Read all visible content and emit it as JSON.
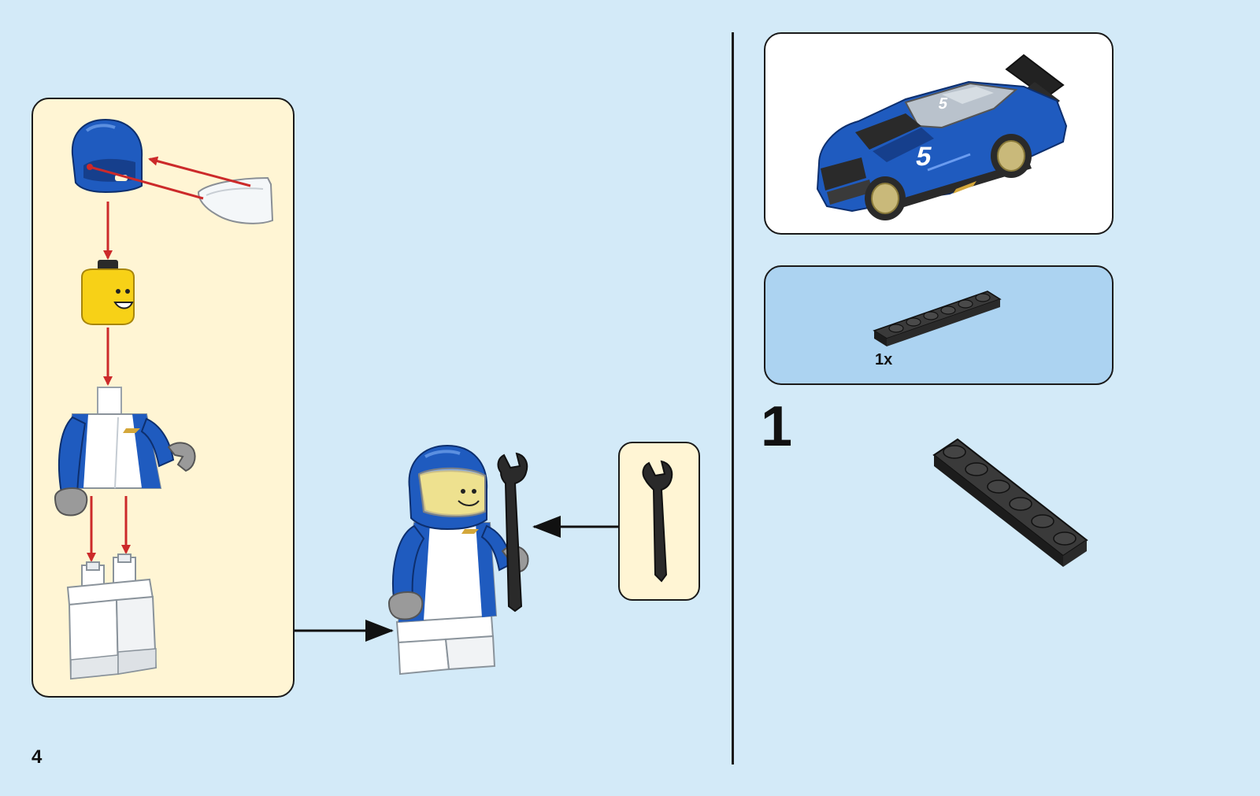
{
  "page": {
    "number": "4",
    "background": "#d3eaf8"
  },
  "sub_assembly": {
    "background": "#fff5d4",
    "parts": [
      "helmet-icon",
      "visor-icon",
      "minifig-head-icon",
      "torso-icon",
      "legs-icon"
    ],
    "arrow_color": "#cc2a2a"
  },
  "accessory": {
    "part": "wrench-icon"
  },
  "model_preview": {
    "subject": "race-car-icon",
    "body_color": "#1f5bbf"
  },
  "parts_needed": {
    "background": "#acd3f1",
    "quantity": "1x",
    "part": "black-plate-1x6-icon"
  },
  "step": {
    "number": "1",
    "part": "black-plate-1x6-icon"
  },
  "colors": {
    "lego_blue": "#1f5bbf",
    "lego_yellow": "#f7d117",
    "lego_black": "#2a2a2a",
    "lego_white": "#ffffff",
    "lego_gray": "#9a9a9a"
  }
}
